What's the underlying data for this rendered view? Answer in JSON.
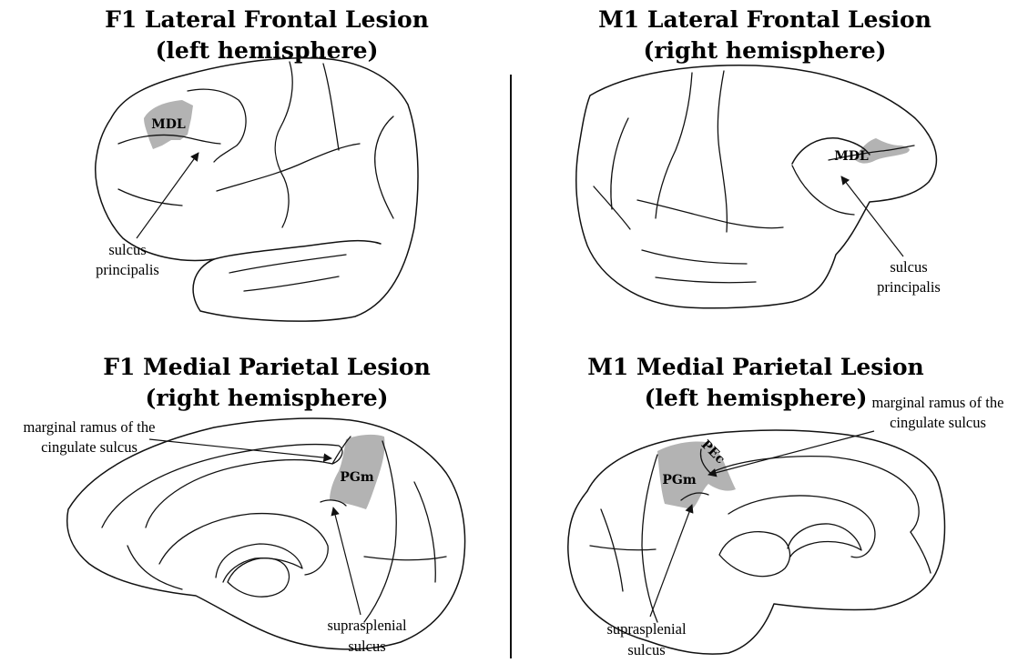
{
  "colors": {
    "lesion": "#b3b3b3",
    "line": "#111111",
    "background": "#ffffff"
  },
  "panels": {
    "top_left": {
      "title_line1": "F1 Lateral Frontal Lesion",
      "title_line2": "(left hemisphere)",
      "region": "MDL",
      "label_line1": "sulcus",
      "label_line2": "principalis"
    },
    "top_right": {
      "title_line1": "M1 Lateral Frontal Lesion",
      "title_line2": "(right hemisphere)",
      "region": "MDL",
      "label_line1": "sulcus",
      "label_line2": "principalis"
    },
    "bottom_left": {
      "title_line1": "F1 Medial Parietal Lesion",
      "title_line2": "(right hemisphere)",
      "region": "PGm",
      "ramus_line1": "marginal ramus of the",
      "ramus_line2": "cingulate sulcus",
      "supra_line1": "suprasplenial",
      "supra_line2": "sulcus"
    },
    "bottom_right": {
      "title_line1": "M1 Medial Parietal Lesion",
      "title_line2": "(left hemisphere)",
      "region_1": "PGm",
      "region_2": "PEc",
      "ramus_line1": "marginal ramus of the",
      "ramus_line2": "cingulate sulcus",
      "supra_line1": "suprasplenial",
      "supra_line2": "sulcus"
    }
  }
}
